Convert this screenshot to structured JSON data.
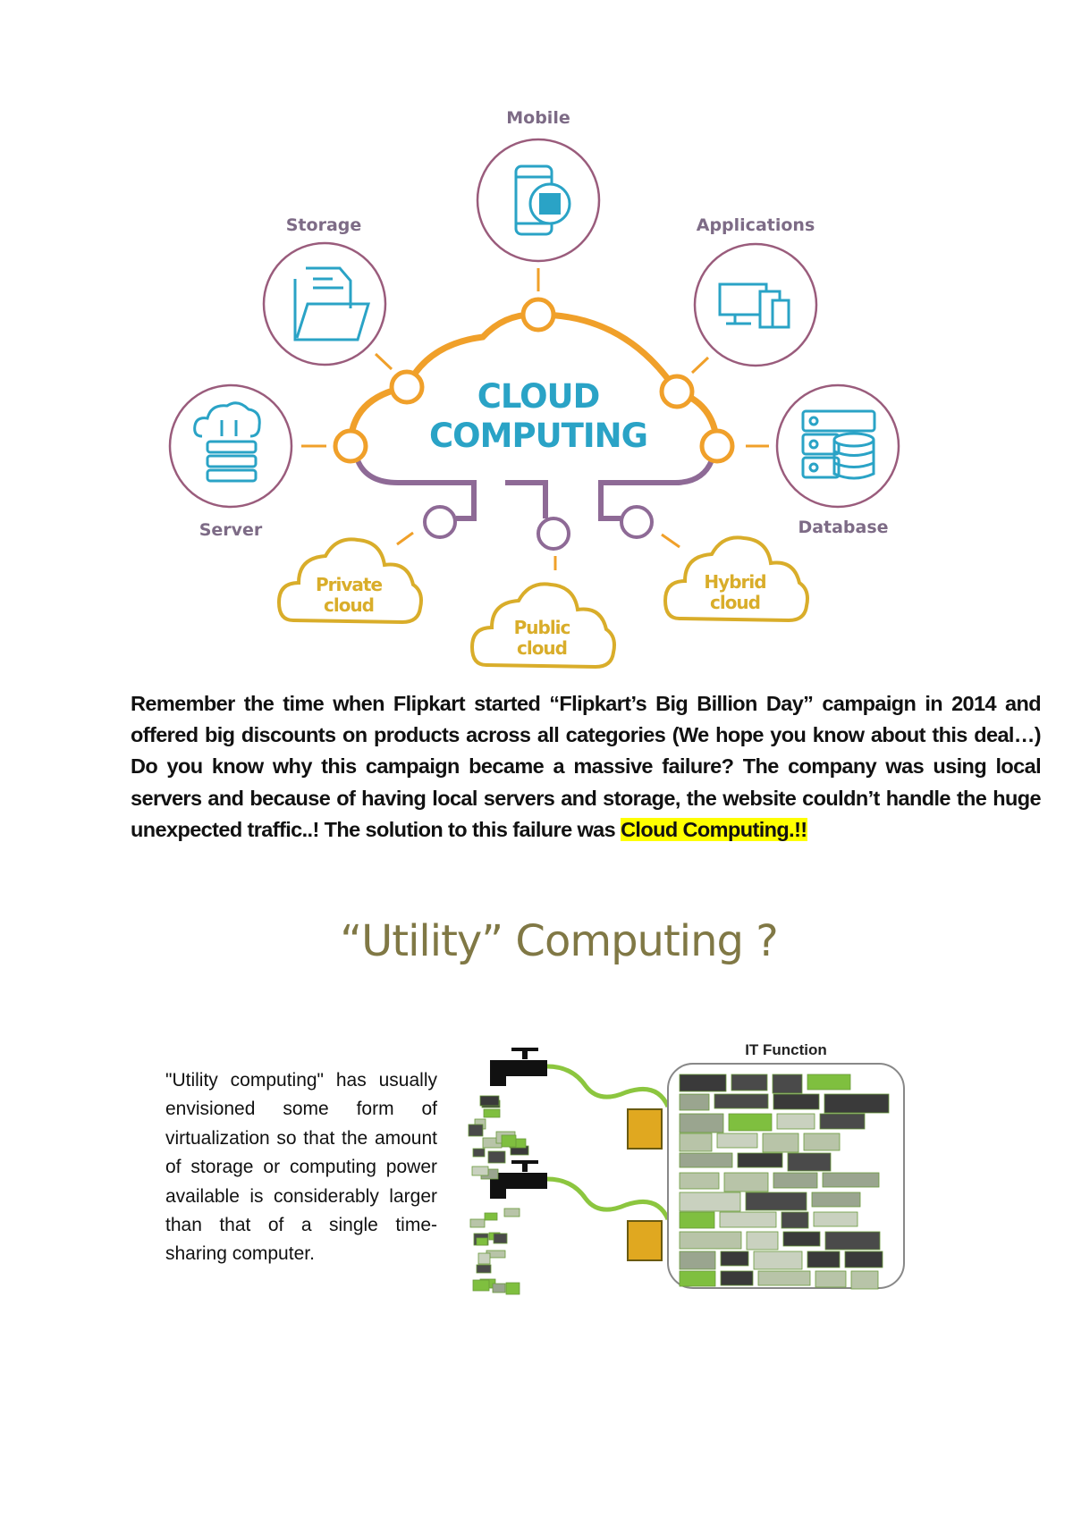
{
  "diagram": {
    "center_line1": "CLOUD",
    "center_line2": "COMPUTING",
    "nodes": {
      "mobile": "Mobile",
      "storage": "Storage",
      "applications": "Applications",
      "server": "Server",
      "database": "Database"
    },
    "clouds": {
      "private_1": "Private",
      "private_2": "cloud",
      "public_1": "Public",
      "public_2": "cloud",
      "hybrid_1": "Hybrid",
      "hybrid_2": "cloud"
    },
    "colors": {
      "orange": "#f0a02a",
      "purple": "#8e6a96",
      "cyan": "#2aa3c6",
      "gold": "#d9ad2a",
      "circle": "#9a5c7c"
    }
  },
  "paragraph": {
    "text": "Remember the time when Flipkart started “Flipkart’s Big Billion Day” campaign in 2014 and offered big discounts on products across all categories (We hope you know about this deal…) Do you know why this campaign became a massive failure? The company was using local servers and because of having local servers and storage, the website couldn’t handle the huge unexpected traffic..! The solution to this failure was",
    "highlight": "Cloud Computing.!!",
    "highlight_color": "#ffff00"
  },
  "utility": {
    "title": "“Utility” Computing ?",
    "title_color": "#807845",
    "description": "\"Utility computing\" has usually envisioned some form of virtualization so that the amount of storage or computing power available is considerably larger than that of a single time- sharing computer.",
    "it_function_label": "IT Function"
  }
}
